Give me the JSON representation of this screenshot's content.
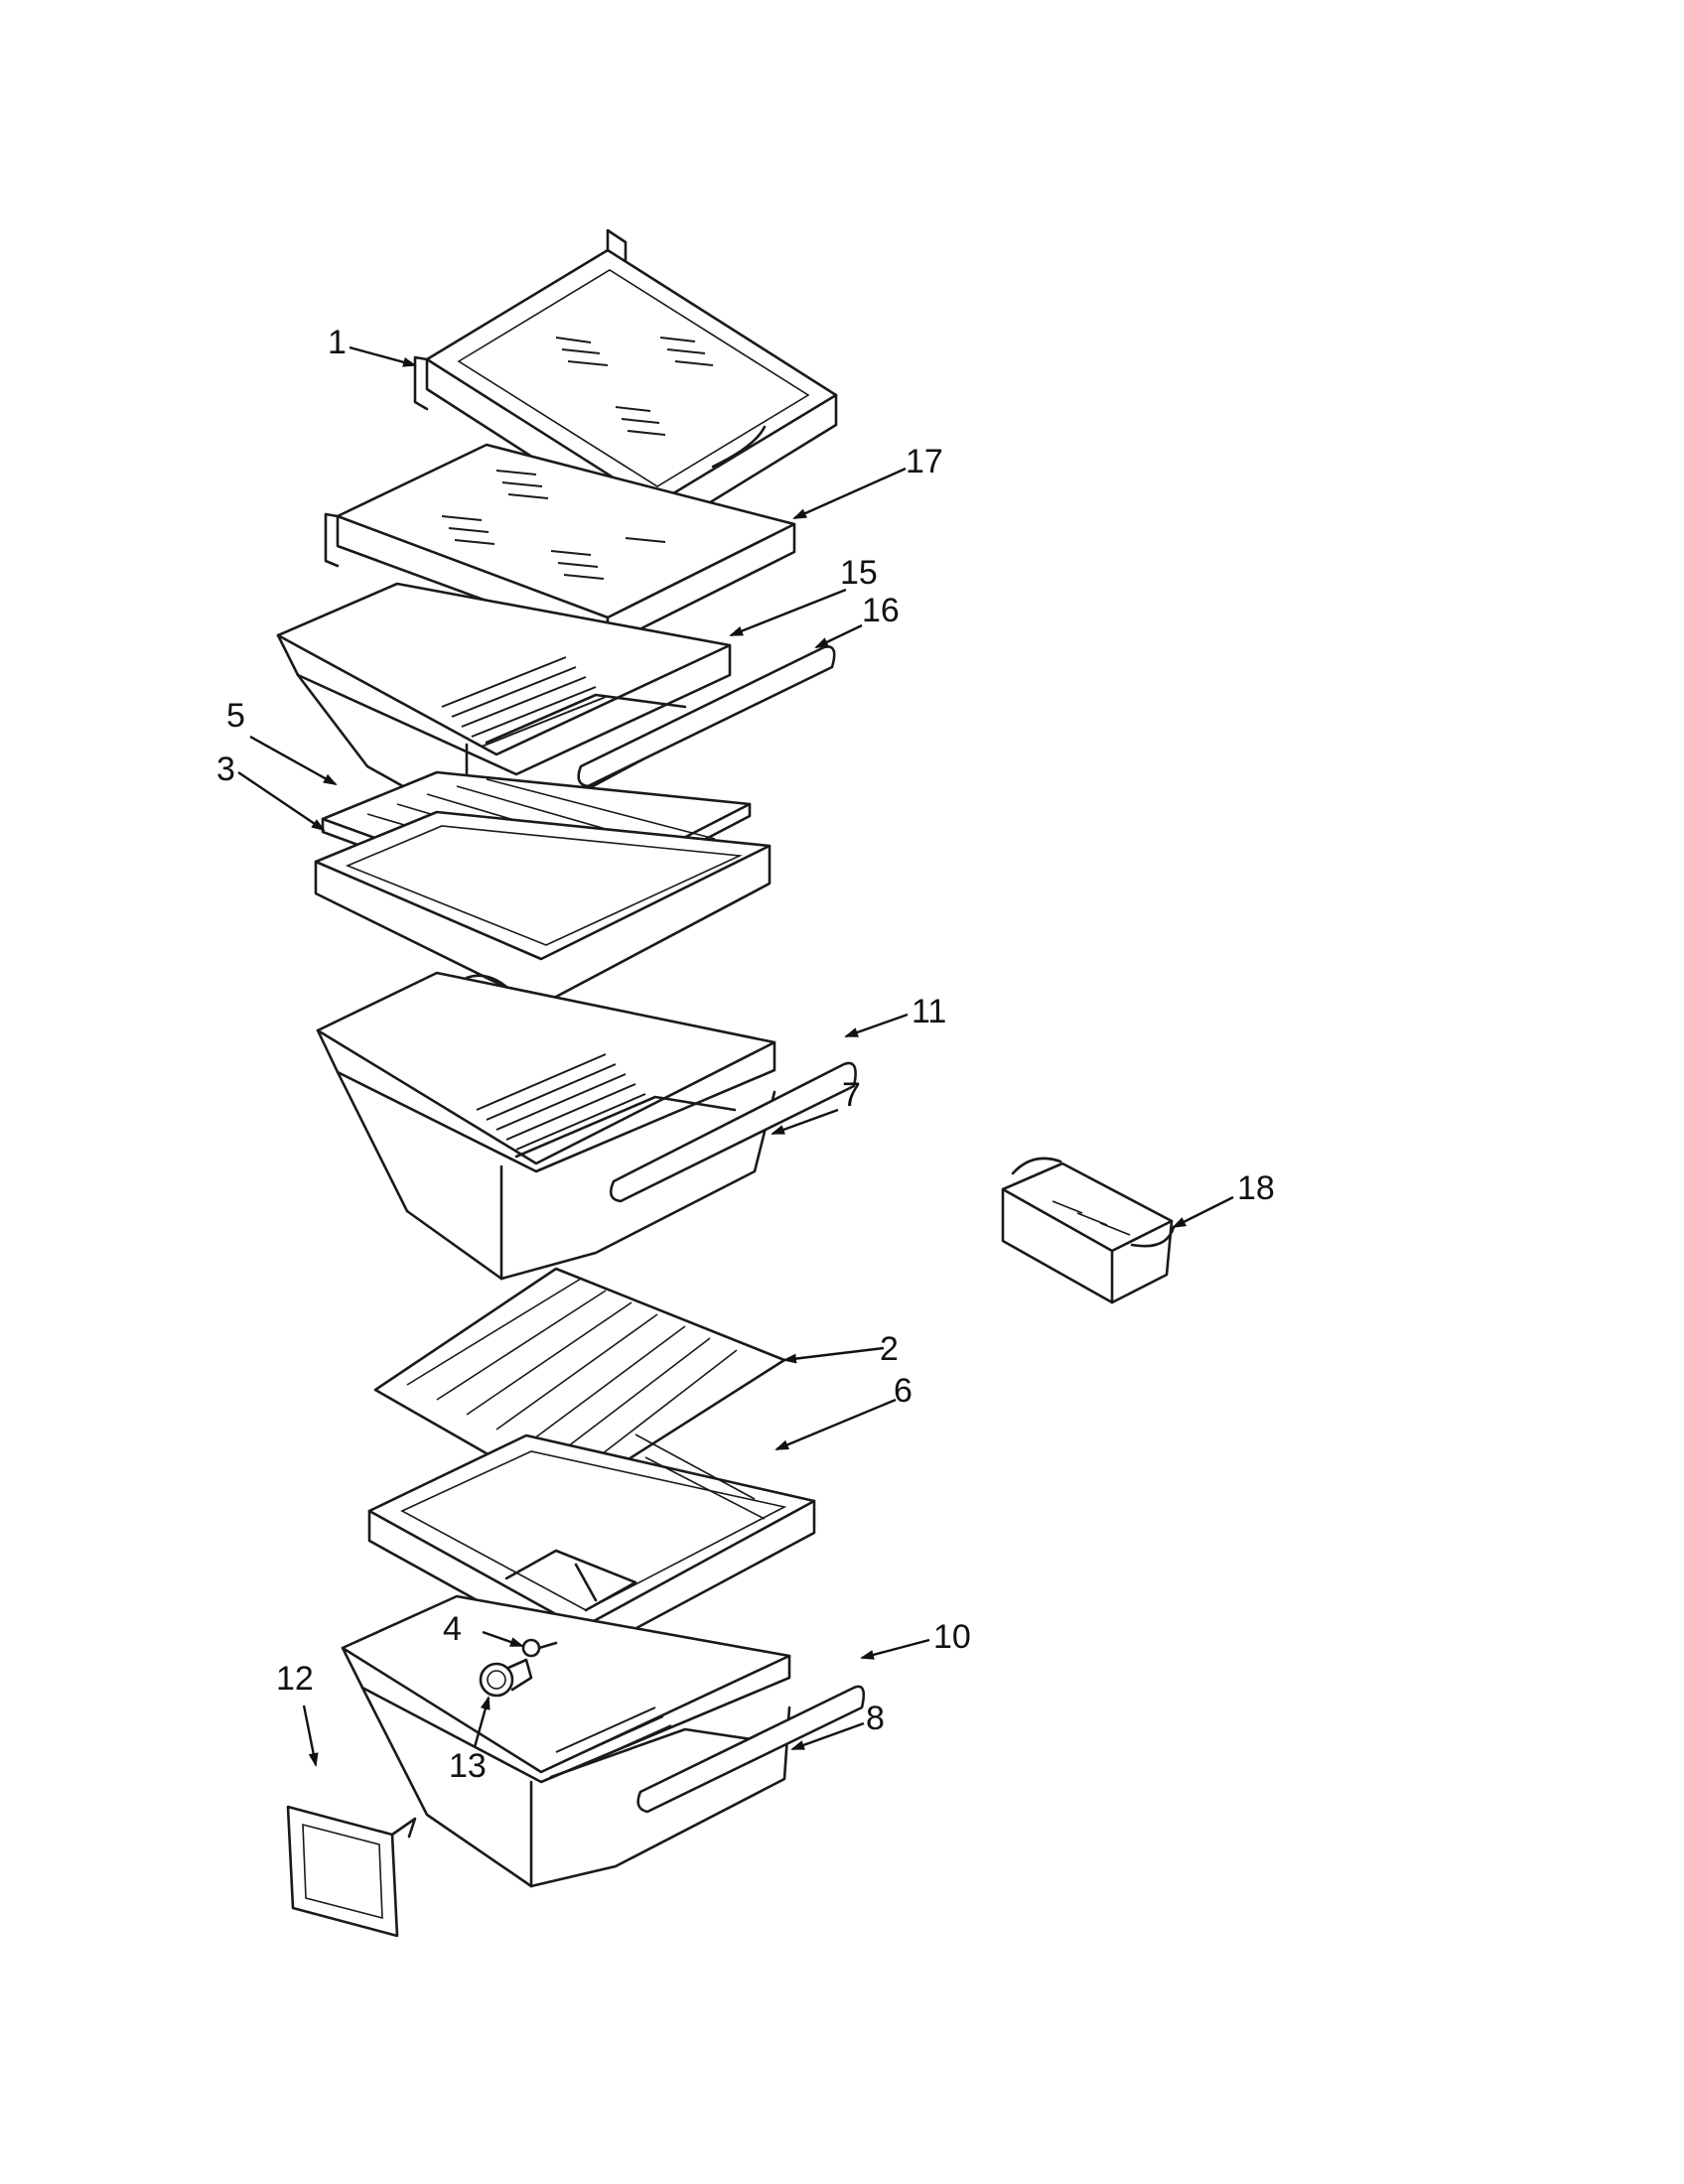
{
  "callouts": [
    {
      "id": "c1",
      "text": "1"
    },
    {
      "id": "c2",
      "text": "2"
    },
    {
      "id": "c3",
      "text": "3"
    },
    {
      "id": "c4",
      "text": "4"
    },
    {
      "id": "c5",
      "text": "5"
    },
    {
      "id": "c6",
      "text": "6"
    },
    {
      "id": "c7",
      "text": "7"
    },
    {
      "id": "c8",
      "text": "8"
    },
    {
      "id": "c10",
      "text": "10"
    },
    {
      "id": "c11",
      "text": "11"
    },
    {
      "id": "c12",
      "text": "12"
    },
    {
      "id": "c13",
      "text": "13"
    },
    {
      "id": "c15",
      "text": "15"
    },
    {
      "id": "c16",
      "text": "16"
    },
    {
      "id": "c17",
      "text": "17"
    },
    {
      "id": "c18",
      "text": "18"
    }
  ],
  "colors": {
    "line": "#1a1a1a",
    "background": "#ffffff"
  }
}
